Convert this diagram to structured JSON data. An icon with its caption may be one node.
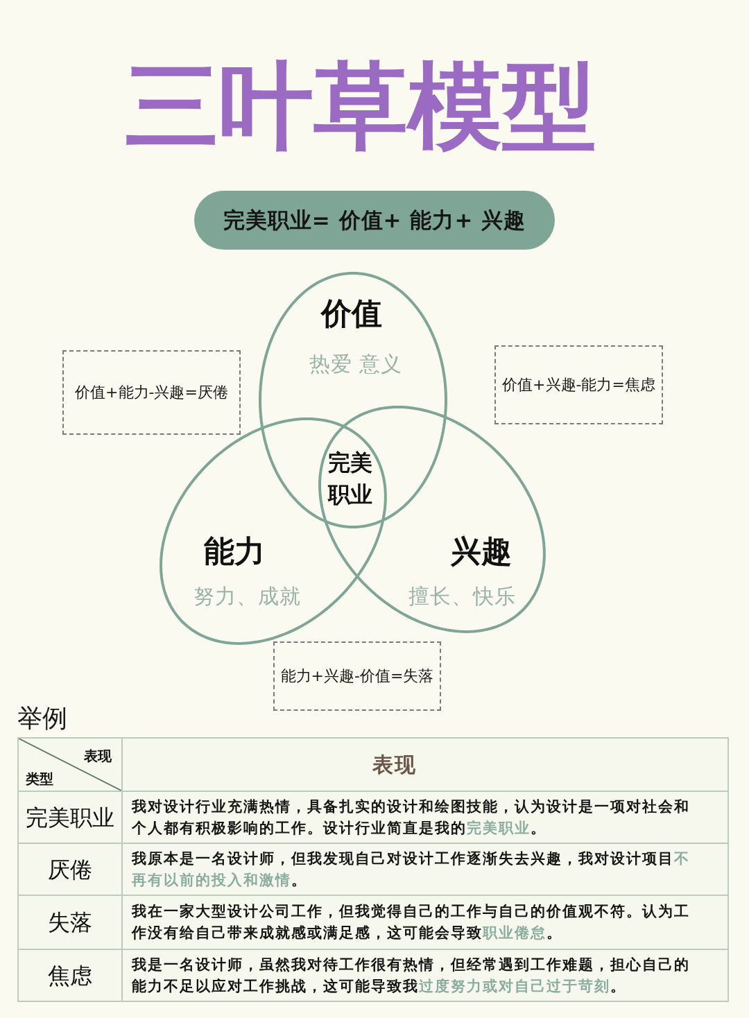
{
  "diagram": {
    "title": "三叶草模型",
    "nodes": [
      {
        "text": [
          "完美职业= 价值+ 能力+ 兴趣"
        ]
      },
      {
        "text": [
          "价值",
          "热爱 意义"
        ]
      },
      {
        "text": [
          "价值+能力-兴趣=厌倦"
        ]
      },
      {
        "text": [
          "价值+兴趣-能力=焦虑"
        ]
      },
      {
        "text": [
          "能力",
          "努力、成就"
        ]
      },
      {
        "text": [
          "兴趣",
          "擅长、快乐"
        ]
      },
      {
        "text": [
          "能力+兴趣-价值=失落"
        ]
      }
    ],
    "labels": [
      "完美职业",
      "举例",
      "表现",
      "类型",
      "表现",
      "完美职业",
      "我对设计行业充满热情，具备扎实的设计和绘图技能，认为设计是一项对社会和个人都有积极影响的工作。设计行业简直是我的**完美职业**。",
      "厌倦",
      "我原本是一名设计师，但我发现自己对设计工作逐渐失去兴趣，我对设计项目**不再有以前的投入和激情**。",
      "失落",
      "我在一家大型设计公司工作，但我觉得自己的工作与自己的价值观不符。认为工作没有给自己带来成就感或满足感，这可能会导致**职业倦怠**。",
      "焦虑",
      "我是一名设计师，虽然我对待工作很有热情，但经常遇到工作难题，担心自己的能力不足以应对工作挑战，这可能导致我**过度努力或对自己过于苛刻**。"
    ]
  }
}
